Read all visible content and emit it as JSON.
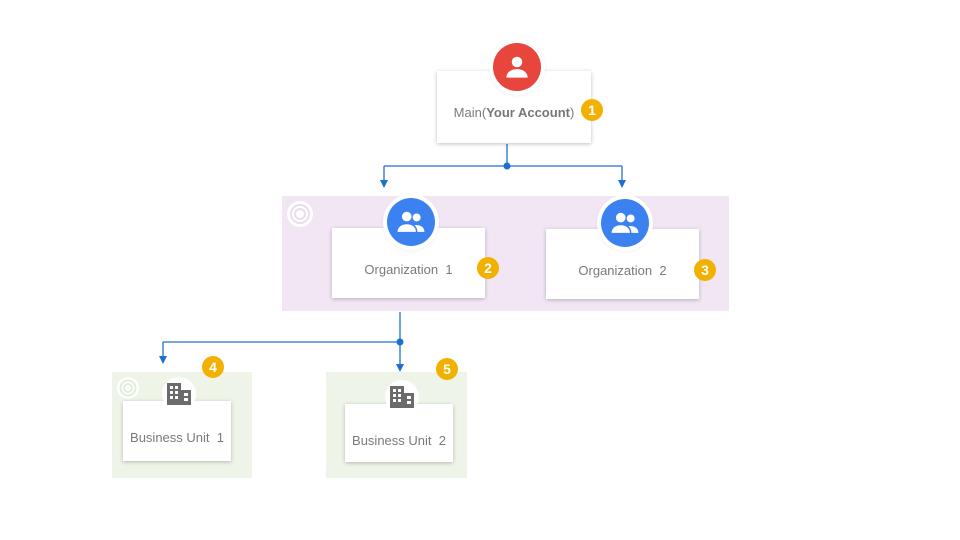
{
  "nodes": {
    "main": {
      "label_prefix": "Main(",
      "label_bold": "Your Account",
      "label_suffix": ")",
      "badge": "1"
    },
    "org1": {
      "label": "Organization  1",
      "badge": "2"
    },
    "org2": {
      "label": "Organization  2",
      "badge": "3"
    },
    "bu1": {
      "label": "Business Unit  1",
      "badge": "4"
    },
    "bu2": {
      "label": "Business Unit  2",
      "badge": "5"
    }
  },
  "colors": {
    "connector": "#1f6fd1",
    "main_avatar": "#e8453c",
    "org_avatar": "#3b82f0",
    "badge": "#f2b100",
    "org_group_bg": "#f2e6f5",
    "bu_group_bg": "#eef5e8",
    "building_icon": "#6b6b6b"
  },
  "icons": {
    "main": "user-icon",
    "org": "group-icon",
    "bu": "building-icon",
    "group_marker": "ring-icon"
  }
}
